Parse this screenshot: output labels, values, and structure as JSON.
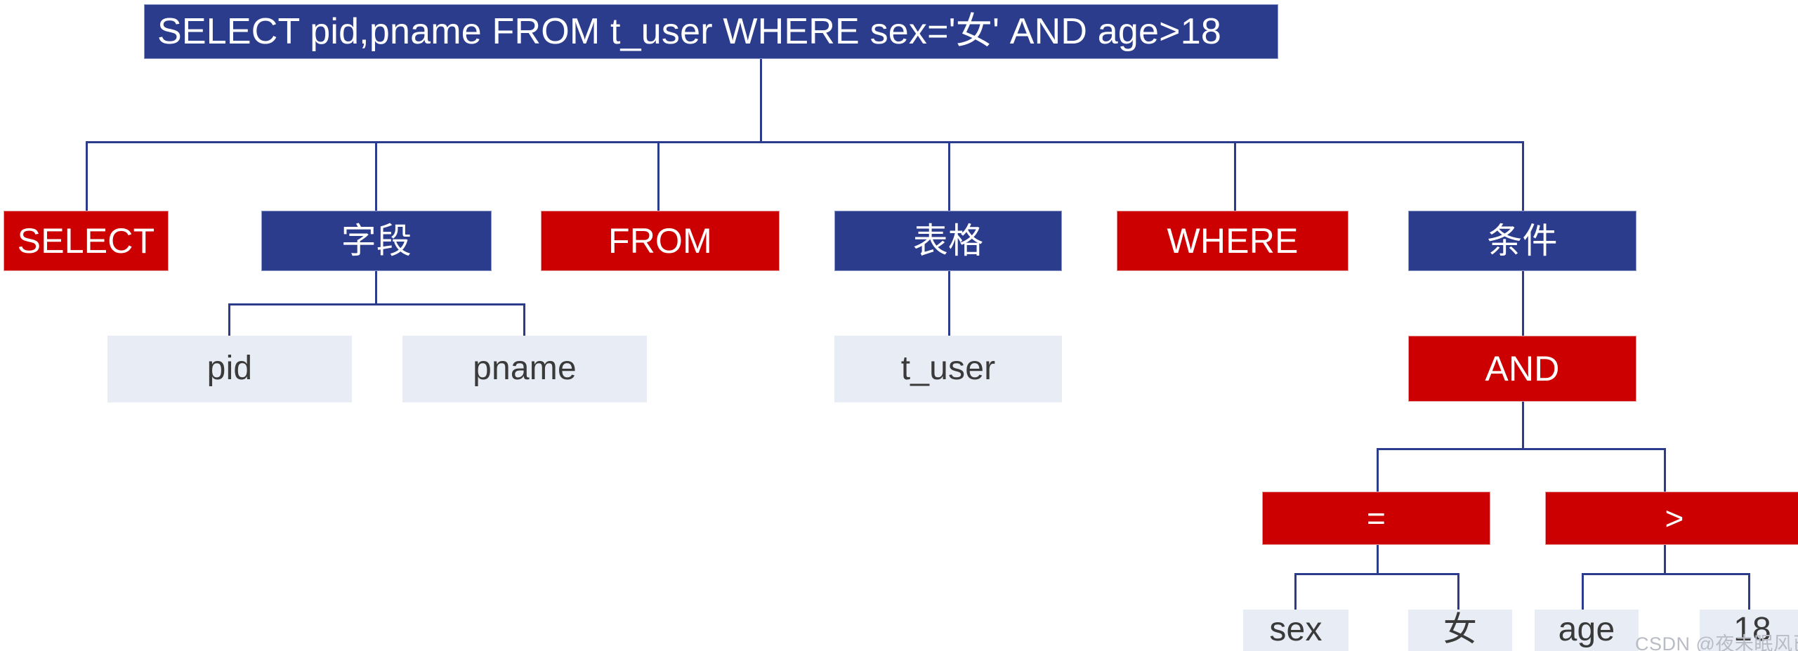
{
  "diagram": {
    "title_node": {
      "label": "SELECT pid,pname FROM t_user WHERE sex='女' AND age>18",
      "color": "#2b3c8c",
      "kind": "root"
    },
    "level2": [
      {
        "label": "SELECT",
        "color": "#cc0000",
        "kind": "keyword"
      },
      {
        "label": "字段",
        "color": "#2b3c8c",
        "kind": "category"
      },
      {
        "label": "FROM",
        "color": "#cc0000",
        "kind": "keyword"
      },
      {
        "label": "表格",
        "color": "#2b3c8c",
        "kind": "category"
      },
      {
        "label": "WHERE",
        "color": "#cc0000",
        "kind": "keyword"
      },
      {
        "label": "条件",
        "color": "#2b3c8c",
        "kind": "category"
      }
    ],
    "field_children": [
      {
        "label": "pid",
        "color": "#e8ecf5",
        "kind": "value"
      },
      {
        "label": "pname",
        "color": "#e8ecf5",
        "kind": "value"
      }
    ],
    "table_children": [
      {
        "label": "t_user",
        "color": "#e8ecf5",
        "kind": "value"
      }
    ],
    "condition_children": [
      {
        "label": "AND",
        "color": "#cc0000",
        "kind": "operator"
      }
    ],
    "and_children": [
      {
        "label": "=",
        "color": "#cc0000",
        "kind": "operator"
      },
      {
        "label": ">",
        "color": "#cc0000",
        "kind": "operator"
      }
    ],
    "eq_children": [
      {
        "label": "sex",
        "color": "#e8ecf5",
        "kind": "value"
      },
      {
        "label": "女",
        "color": "#e8ecf5",
        "kind": "value"
      }
    ],
    "gt_children": [
      {
        "label": "age",
        "color": "#e8ecf5",
        "kind": "value"
      },
      {
        "label": "18",
        "color": "#e8ecf5",
        "kind": "value"
      }
    ],
    "edge_color": "#2b3c8c",
    "background": "#ffffff"
  },
  "watermark": {
    "text": "CSDN @夜未眠风已息"
  }
}
